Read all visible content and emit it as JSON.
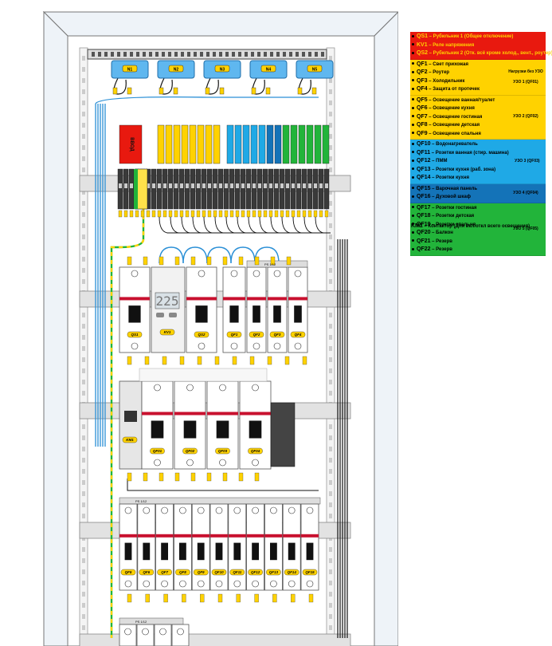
{
  "legend": {
    "groups": [
      {
        "color": "#e8190f",
        "tag": "",
        "items": [
          {
            "code": "QS1",
            "desc": " – Рубильник 1 (Общее отключение)"
          },
          {
            "code": "KV1",
            "desc": " – Реле напряжения"
          },
          {
            "code": "QS2",
            "desc": " – Рубильник 2 (Отк. всё кроме холод., вент., роутер)"
          }
        ]
      },
      {
        "color": "#ffd200",
        "tag": "Нагрузки без УЗО",
        "items": [
          {
            "code": "QF1",
            "desc": " – Свет прихожая"
          },
          {
            "code": "QF2",
            "desc": " – Роутер"
          },
          {
            "code": "QF3",
            "desc": " – Холодильник"
          },
          {
            "code": "QF4",
            "desc": " – Защита от протечек"
          }
        ],
        "tag2": "УЗО 1 (QF01)"
      },
      {
        "color": "#ffd200",
        "tag": "УЗО 2 (QF02)",
        "items": [
          {
            "code": "QF5",
            "desc": " – Освещение ванная/туалет"
          },
          {
            "code": "QF6",
            "desc": " – Освещение кухня"
          },
          {
            "code": "QF7",
            "desc": " – Освещение гостиная"
          },
          {
            "code": "QF8",
            "desc": " – Освещение детская"
          },
          {
            "code": "QF9",
            "desc": " – Освещение спальня"
          }
        ]
      },
      {
        "color": "#1fa9e6",
        "tag": "УЗО 3 (QF03)",
        "items": [
          {
            "code": "QF10",
            "desc": " – Водонагреватель"
          },
          {
            "code": "QF11",
            "desc": " – Розетки ванная (стир. машина)"
          },
          {
            "code": "QF12",
            "desc": " – ПММ"
          },
          {
            "code": "QF13",
            "desc": " – Розетки кухня (раб. зона)"
          },
          {
            "code": "QF14",
            "desc": " – Розетки кухня"
          }
        ]
      },
      {
        "color": "#1473b8",
        "tag": "УЗО 4 (QF04)",
        "items": [
          {
            "code": "QF15",
            "desc": " – Варочная панель"
          },
          {
            "code": "QF16",
            "desc": " – Духовой шкаф"
          }
        ]
      },
      {
        "color": "#22b43a",
        "tag": "УЗО 5 (QF05)",
        "items": [
          {
            "code": "QF17",
            "desc": " – Розетки гостиная"
          },
          {
            "code": "QF18",
            "desc": " – Розетки детская"
          },
          {
            "code": "QF19",
            "desc": " – Розетки спальня"
          },
          {
            "code": "QF20",
            "desc": " – Балкон"
          },
          {
            "code": "QF21",
            "desc": " – Резерв"
          },
          {
            "code": "QF22",
            "desc": " – Резерв"
          }
        ]
      }
    ],
    "note_code": "KM1",
    "note_desc": " – Контактор (Для вкл/откл всего освещения)"
  },
  "cabinet": {
    "n_terminals": [
      "N1",
      "N2",
      "N3",
      "N4",
      "N5"
    ],
    "input_label": "ВВОД",
    "relay_display": "225",
    "row1_labels": [
      "QS1",
      "KV1",
      "QS2",
      "QF1",
      "QF2",
      "QF3",
      "QF4"
    ],
    "row2_labels": [
      "KM1",
      "QF01",
      "QF02",
      "QF03",
      "QF04"
    ],
    "row3_labels": [
      "QF5",
      "QF6",
      "QF7",
      "QF8",
      "QF9",
      "QF10",
      "QF11",
      "QF12",
      "QF13",
      "QF14",
      "QF15"
    ],
    "busbar_label": "PS 1/12"
  },
  "colors": {
    "red": "#e8190f",
    "yellow": "#ffd200",
    "blue": "#1fa9e6",
    "dark_blue": "#1473b8",
    "green": "#22b43a",
    "wire_blue": "#2a8fd6"
  }
}
